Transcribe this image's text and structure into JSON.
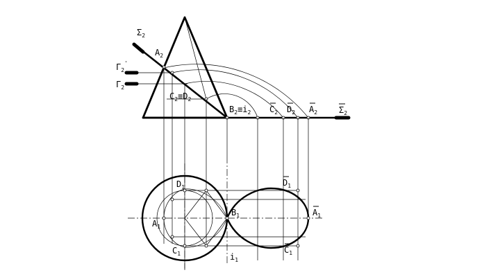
{
  "labels": {
    "sigma2": {
      "base": "Σ",
      "sub": "2"
    },
    "a2": {
      "base": "A",
      "sub": "2"
    },
    "gamma2_prime": {
      "base": "Γ",
      "sub": "2",
      "sup": "'"
    },
    "gamma2": {
      "base": "Γ",
      "sub": "2"
    },
    "c2d2": {
      "base": "C",
      "sub": "2",
      "mid": "≡D",
      "sub2": "2"
    },
    "b2i2": {
      "base": "B",
      "sub": "2",
      "mid": "≡i",
      "sub2": "2"
    },
    "c2_bar": {
      "base": "C",
      "sub": "2"
    },
    "d2_bar": {
      "base": "D",
      "sub": "2"
    },
    "a2_bar": {
      "base": "A",
      "sub": "2"
    },
    "sigma2_bar": {
      "base": "Σ",
      "sub": "2"
    },
    "d1": {
      "base": "D",
      "sub": "1"
    },
    "d1_bar": {
      "base": "D",
      "sub": "1"
    },
    "a1": {
      "base": "A",
      "sub": "1"
    },
    "b1": {
      "base": "B",
      "sub": "1"
    },
    "a1_bar": {
      "base": "A",
      "sub": "1"
    },
    "c1": {
      "base": "C",
      "sub": "1"
    },
    "i1": {
      "base": "i",
      "sub": "1"
    },
    "c1_bar": {
      "base": "C",
      "sub": "1"
    }
  }
}
